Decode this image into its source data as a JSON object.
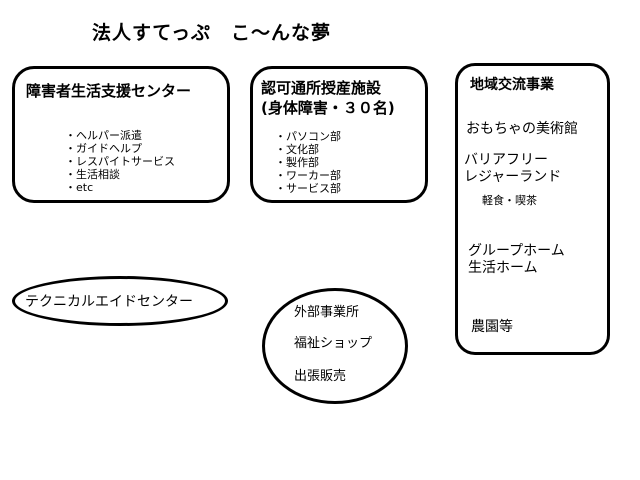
{
  "title": "法人すてっぷ　こ〜んな夢",
  "box1": {
    "title": "障害者生活支援センター",
    "items": [
      "・ヘルパー派遣",
      "・ガイドヘルプ",
      "・レスパイトサービス",
      "・生活相談",
      "・etc"
    ]
  },
  "box2": {
    "title_line1": "認可通所授産施設",
    "title_line2": "(身体障害・３０名)",
    "items": [
      "・パソコン部",
      "・文化部",
      "・製作部",
      "・ワーカー部",
      "・サービス部"
    ]
  },
  "box3": {
    "title": "地域交流事業",
    "museum": "おもちゃの美術館",
    "barrier_free_line1": "バリアフリー",
    "barrier_free_line2": "レジャーランド",
    "cafe": "軽食・喫茶",
    "home_line1": "グループホーム",
    "home_line2": "生活ホーム",
    "farm": "農園等"
  },
  "ellipse1": {
    "label": "テクニカルエイドセンター"
  },
  "ellipse2": {
    "items": [
      "外部事業所",
      "福祉ショップ",
      "出張販売"
    ]
  }
}
